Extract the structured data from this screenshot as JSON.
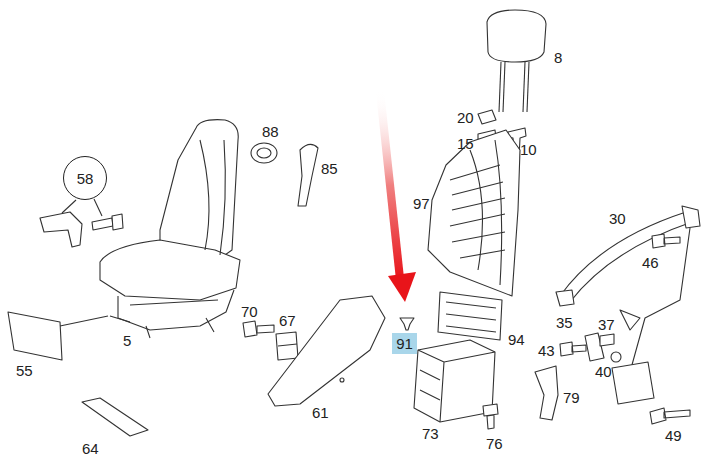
{
  "diagram": {
    "nodes": [
      {
        "text": [
          "58"
        ]
      },
      {
        "text": [
          "91"
        ]
      }
    ],
    "edges": [],
    "labels": [
      "8",
      "20",
      "15",
      "10",
      "88",
      "85",
      "97",
      "30",
      "46",
      "5",
      "70",
      "67",
      "35",
      "37",
      "94",
      "43",
      "40",
      "55",
      "61",
      "73",
      "79",
      "76",
      "64",
      "49"
    ]
  }
}
